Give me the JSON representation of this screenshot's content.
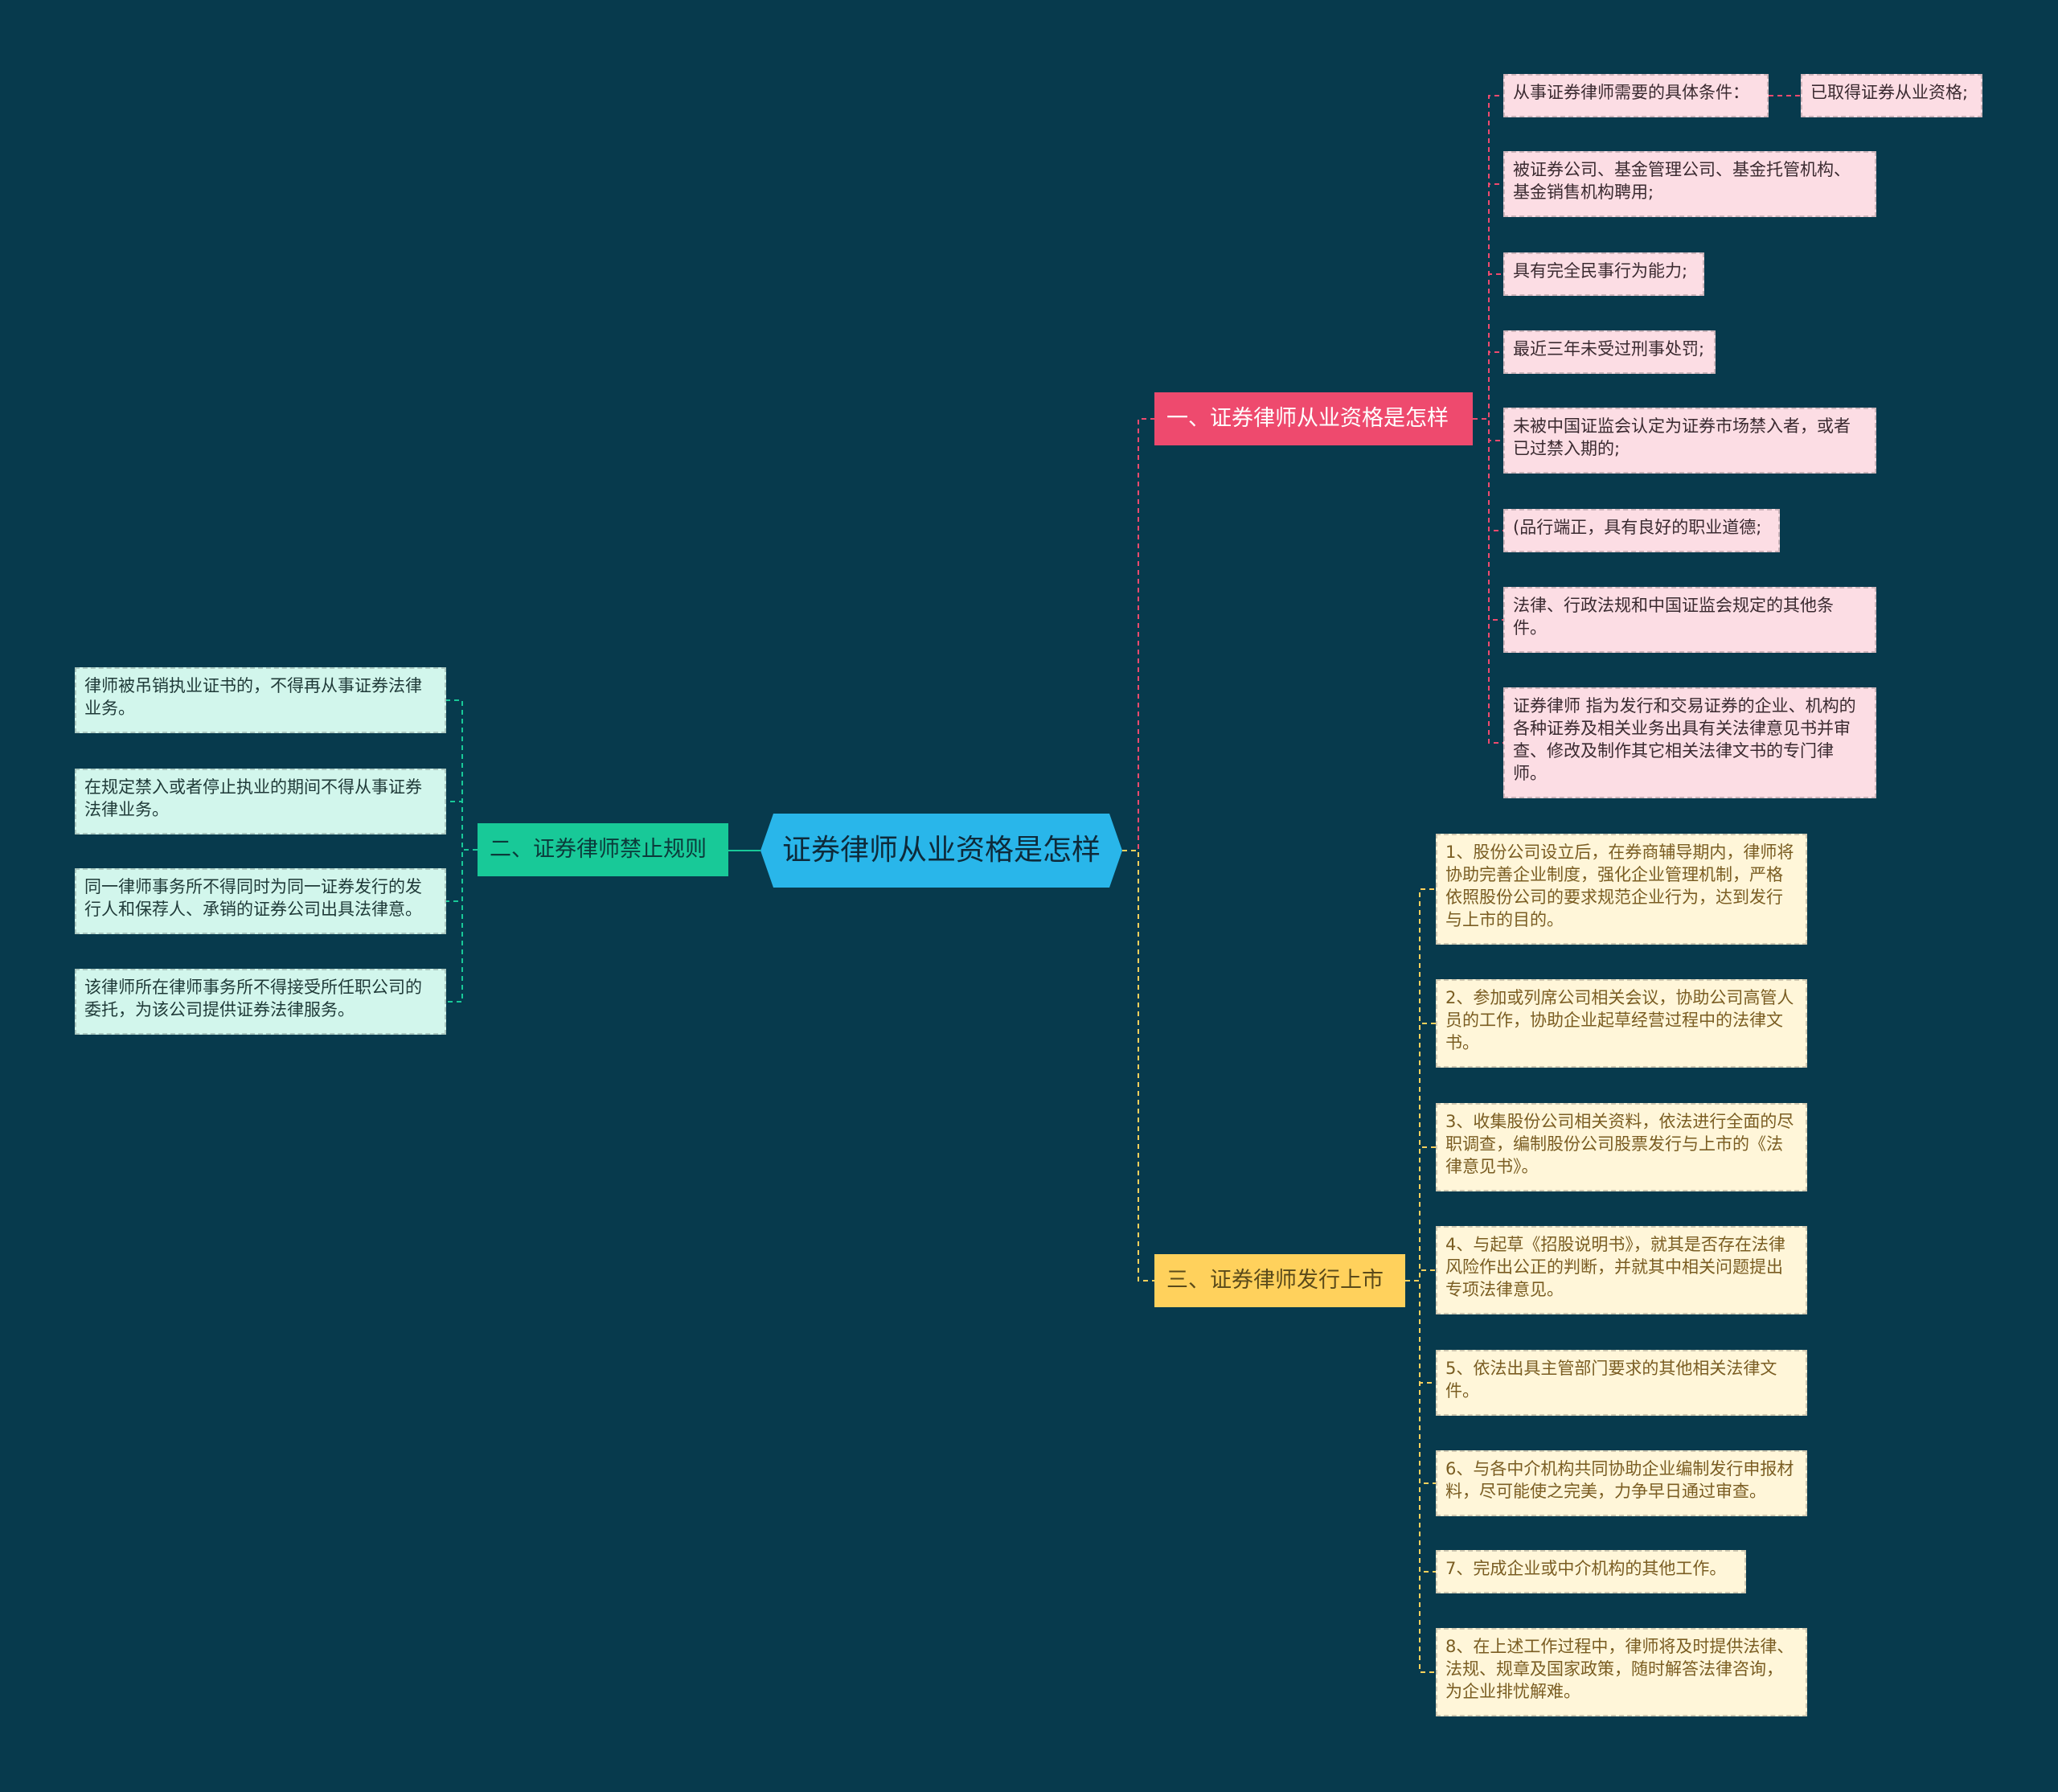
{
  "colors": {
    "background": "#073a4d",
    "root": "#29b6ea",
    "branch_1": "#ee4a6e",
    "branch_2": "#18c998",
    "branch_3": "#ffd15c",
    "leaf_pink": "#fcdde4",
    "leaf_green": "#d2f6ec",
    "leaf_yellow": "#fff6d9"
  },
  "root": {
    "label": "证券律师从业资格是怎样"
  },
  "branch1": {
    "label": "一、证券律师从业资格是怎样",
    "items": [
      "从事证券律师需要的具体条件：",
      "被证券公司、基金管理公司、基金托管机构、基金销售机构聘用;",
      "具有完全民事行为能力;",
      "最近三年未受过刑事处罚;",
      "未被中国证监会认定为证券市场禁入者，或者已过禁入期的;",
      "(品行端正，具有良好的职业道德;",
      "法律、行政法规和中国证监会规定的其他条件。",
      "证券律师 指为发行和交易证券的企业、机构的各种证券及相关业务出具有关法律意见书并审查、修改及制作其它相关法律文书的专门律师。"
    ],
    "sub_item": "已取得证券从业资格;"
  },
  "branch2": {
    "label": "二、证券律师禁止规则",
    "items": [
      "律师被吊销执业证书的，不得再从事证券法律业务。",
      "在规定禁入或者停止执业的期间不得从事证券法律业务。",
      "同一律师事务所不得同时为同一证券发行的发行人和保荐人、承销的证券公司出具法律意。",
      "该律师所在律师事务所不得接受所任职公司的委托，为该公司提供证券法律服务。"
    ]
  },
  "branch3": {
    "label": "三、证券律师发行上市",
    "items": [
      "1、股份公司设立后，在券商辅导期内，律师将协助完善企业制度，强化企业管理机制，严格依照股份公司的要求规范企业行为，达到发行与上市的目的。",
      "2、参加或列席公司相关会议，协助公司高管人员的工作，协助企业起草经营过程中的法律文书。",
      "3、收集股份公司相关资料，依法进行全面的尽职调查，编制股份公司股票发行与上市的《法律意见书》。",
      "4、与起草《招股说明书》，就其是否存在法律风险作出公正的判断，并就其中相关问题提出专项法律意见。",
      "5、依法出具主管部门要求的其他相关法律文件。",
      "6、与各中介机构共同协助企业编制发行申报材料，尽可能使之完美，力争早日通过审查。",
      "7、完成企业或中介机构的其他工作。",
      "8、在上述工作过程中，律师将及时提供法律、法规、规章及国家政策，随时解答法律咨询，为企业排忧解难。"
    ]
  }
}
